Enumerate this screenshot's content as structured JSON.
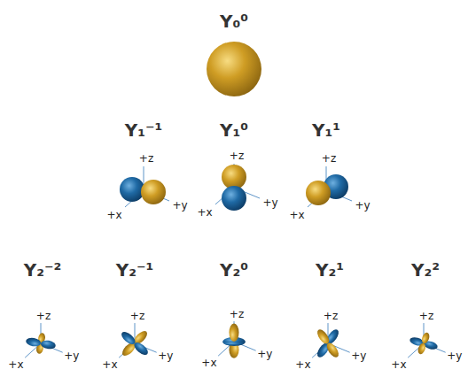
{
  "diagram": {
    "labels": [
      "Y₀⁰",
      "Y₁⁻¹",
      "+z",
      "+x",
      "+y",
      "Y₁⁰",
      "+z",
      "+x",
      "+y",
      "Y₁¹",
      "+z",
      "+x",
      "+y",
      "Y₂⁻²",
      "+z",
      "+x",
      "+y",
      "Y₂⁻¹",
      "+z",
      "+x",
      "+y",
      "Y₂⁰",
      "+z",
      "+x",
      "+y",
      "Y₂¹",
      "+z",
      "+x",
      "+y",
      "Y₂²",
      "+z",
      "+x",
      "+y"
    ]
  }
}
